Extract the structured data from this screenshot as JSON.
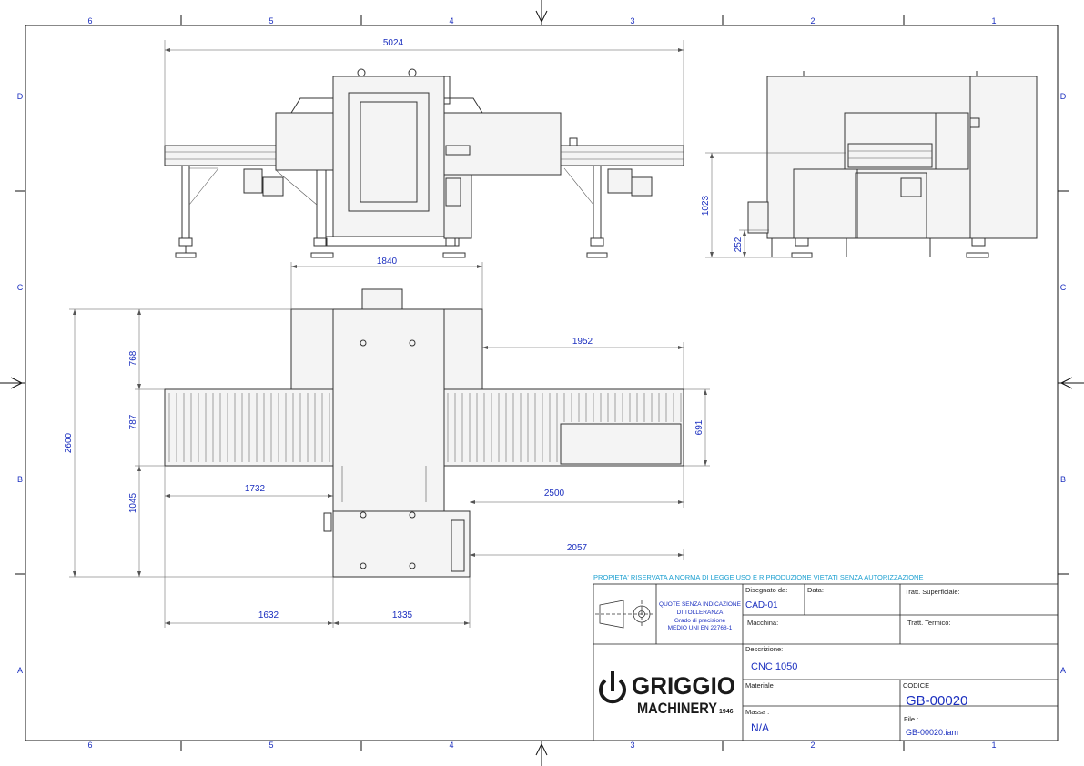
{
  "zones": {
    "top": [
      "6",
      "5",
      "4",
      "3",
      "2",
      "1"
    ],
    "bottom": [
      "6",
      "5",
      "4",
      "3",
      "2",
      "1"
    ],
    "left": [
      "D",
      "C",
      "B",
      "A"
    ],
    "right": [
      "D",
      "C",
      "B",
      "A"
    ]
  },
  "dimensions": {
    "front_width": "5024",
    "side_height": "1023",
    "side_foot": "252",
    "plan_cabin_width": "1840",
    "plan_right_offset": "1952",
    "plan_total_depth": "2600",
    "plan_upper": "768",
    "plan_middle": "787",
    "plan_lower": "1045",
    "plan_conveyor_width": "691",
    "plan_left_extent": "1732",
    "plan_right_extent": "2500",
    "plan_lower_right": "2057",
    "plan_bottom_left": "1632",
    "plan_bottom_cabin": "1335"
  },
  "title_block": {
    "notice": "PROPIETA' RISERVATA A NORMA DI LEGGE USO E RIPRODUZIONE VIETATI SENZA AUTORIZZAZIONE",
    "tolerance_lines": [
      "QUOTE SENZA INDICAZIONE",
      "DI TOLLERANZA",
      "Grado di precisione",
      "MEDIO UNI EN 22768-1"
    ],
    "drawn_by_label": "Disegnato da:",
    "drawn_by_value": "CAD-01",
    "date_label": "Data:",
    "surface_label": "Tratt. Superficiale:",
    "machine_label": "Macchina:",
    "thermal_label": "Tratt. Termico:",
    "description_label": "Descrizione:",
    "description_value": "CNC 1050",
    "material_label": "Materiale",
    "code_label": "CODICE",
    "code_value": "GB-00020",
    "mass_label": "Massa :",
    "mass_value": "N/A",
    "file_label": "File :",
    "file_value": "GB-00020.iam"
  },
  "logo": {
    "name": "GRIGGIO",
    "subtitle": "MACHINERY",
    "year": "1946"
  },
  "colors": {
    "dimension_text": "#1b2fbf",
    "notice_text": "#1b9fd0",
    "linework": "#333333"
  }
}
